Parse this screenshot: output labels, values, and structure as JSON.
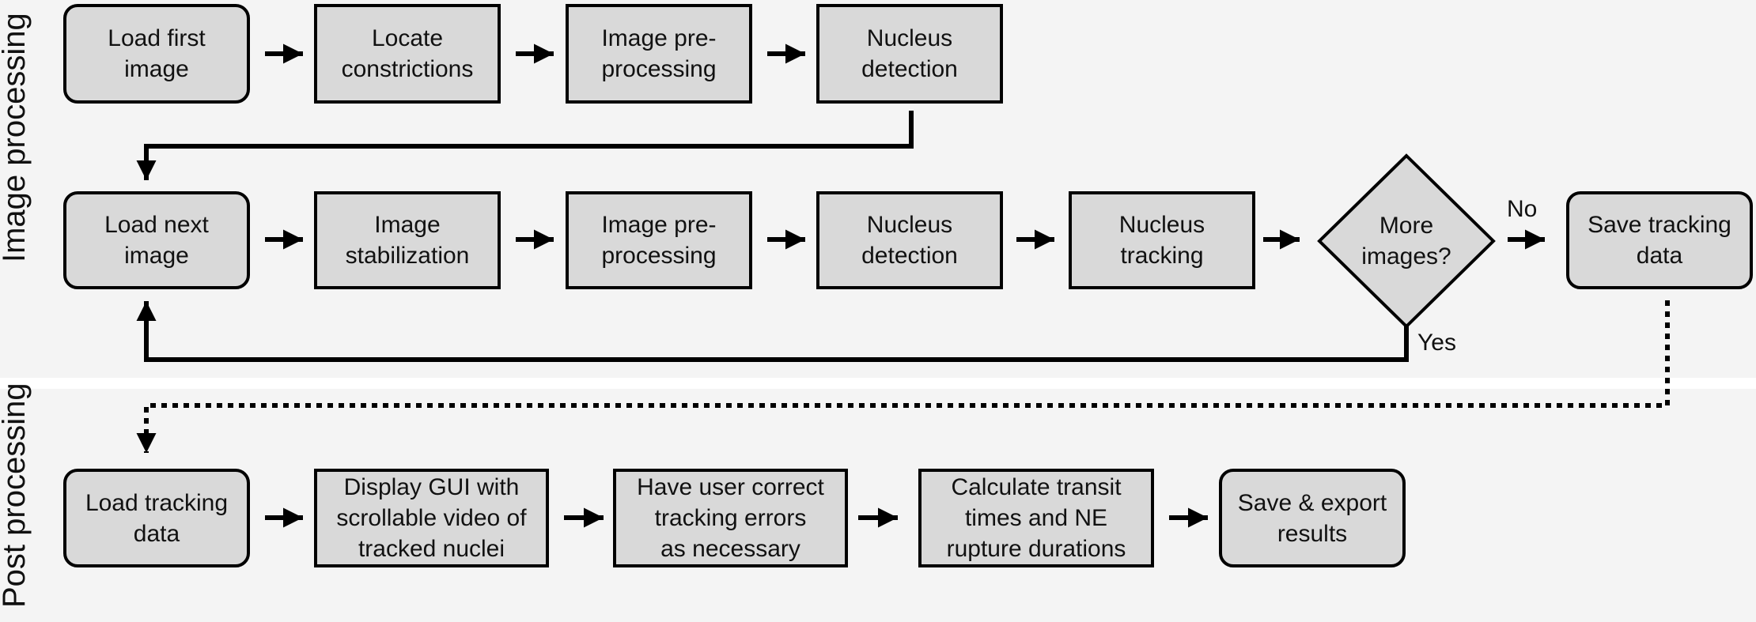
{
  "sections": {
    "image_processing": "Image processing",
    "post_processing": "Post processing"
  },
  "nodes": {
    "load_first_image": "Load first\nimage",
    "locate_constrictions": "Locate\nconstrictions",
    "image_preprocessing_1": "Image pre-\nprocessing",
    "nucleus_detection_1": "Nucleus\ndetection",
    "load_next_image": "Load next\nimage",
    "image_stabilization": "Image\nstabilization",
    "image_preprocessing_2": "Image pre-\nprocessing",
    "nucleus_detection_2": "Nucleus\ndetection",
    "nucleus_tracking": "Nucleus\ntracking",
    "more_images": "More\nimages?",
    "save_tracking_data": "Save tracking\ndata",
    "load_tracking_data": "Load tracking\ndata",
    "display_gui": "Display GUI with\nscrollable video of\ntracked nuclei",
    "user_correct": "Have user correct\ntracking errors\nas necessary",
    "calculate_transit": "Calculate transit\ntimes and NE\nrupture durations",
    "save_export": "Save & export\nresults"
  },
  "edge_labels": {
    "no": "No",
    "yes": "Yes"
  },
  "colors": {
    "node_fill": "#d9d9d9",
    "stroke": "#000000",
    "band": "#f4f4f4"
  }
}
